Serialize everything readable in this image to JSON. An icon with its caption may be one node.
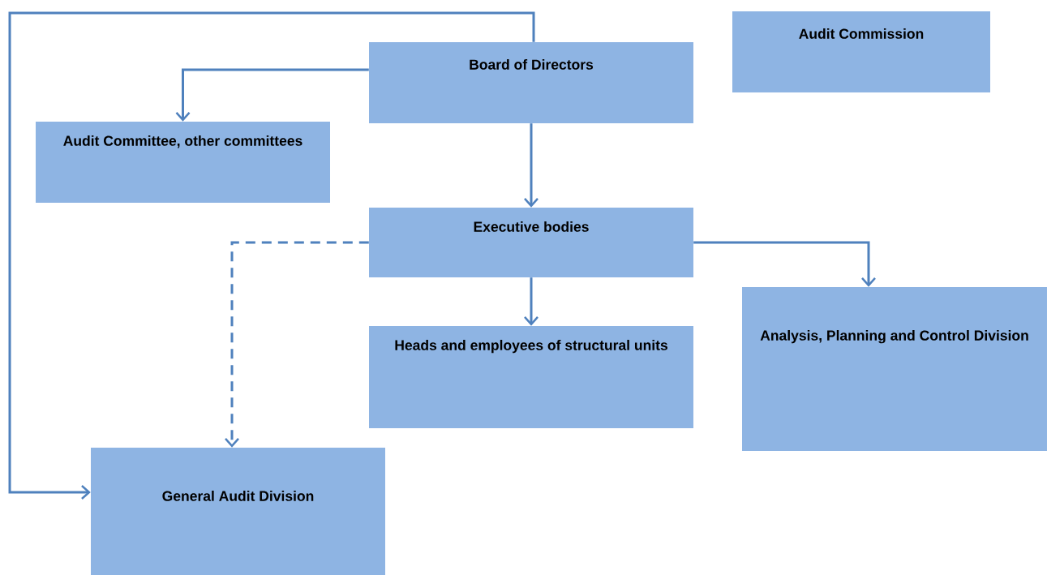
{
  "diagram": {
    "nodes": [
      {
        "text": [
          "Board of Directors"
        ]
      },
      {
        "text": [
          "Audit Commission"
        ]
      },
      {
        "text": [
          "Audit Committee, other committees"
        ]
      },
      {
        "text": [
          "Executive bodies"
        ]
      },
      {
        "text": [
          "Heads and employees of structural units"
        ]
      },
      {
        "text": [
          "Analysis, Planning and Control Division"
        ]
      },
      {
        "text": [
          "General Audit Division"
        ]
      }
    ],
    "edges": [
      {
        "from": 0,
        "to": 2,
        "arrow": "to"
      },
      {
        "from": 0,
        "to": 3,
        "arrow": "to"
      },
      {
        "from": 0,
        "to": 6,
        "arrow": "to"
      },
      {
        "from": 3,
        "to": 4,
        "arrow": "to"
      },
      {
        "from": 3,
        "to": 5,
        "arrow": "to"
      },
      {
        "from": 3,
        "to": 6,
        "arrow": "to",
        "style": "dashed"
      }
    ]
  }
}
